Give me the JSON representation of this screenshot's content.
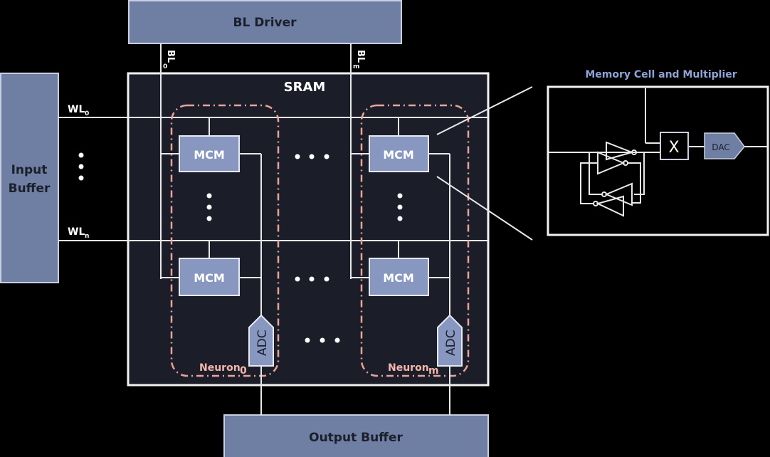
{
  "blocks": {
    "bl_driver": "BL Driver",
    "input_buffer_line1": "Input",
    "input_buffer_line2": "Buffer",
    "output_buffer": "Output Buffer",
    "sram": "SRAM"
  },
  "signals": {
    "wl0": {
      "base": "WL",
      "sub": "0"
    },
    "wln": {
      "base": "WL",
      "sub": "n"
    },
    "bl0": {
      "base": "BL",
      "sub": "0"
    },
    "blm": {
      "base": "BL",
      "sub": "m"
    }
  },
  "cells": {
    "mcm_label": "MCM",
    "adc_label": "ADC",
    "neuron0": {
      "base": "Neuron",
      "sub": "0"
    },
    "neuronm": {
      "base": "Neuron",
      "sub": "m"
    }
  },
  "detail": {
    "title": "Memory Cell and Multiplier",
    "multiplier_symbol": "X",
    "dac_label": "DAC"
  },
  "colors": {
    "block_fill": "#6f7fa3",
    "mcm_fill": "#8797c0",
    "sram_fill": "#1b1e28",
    "neuron_outline": "#e8a39c",
    "detail_title": "#8fa3d6"
  }
}
